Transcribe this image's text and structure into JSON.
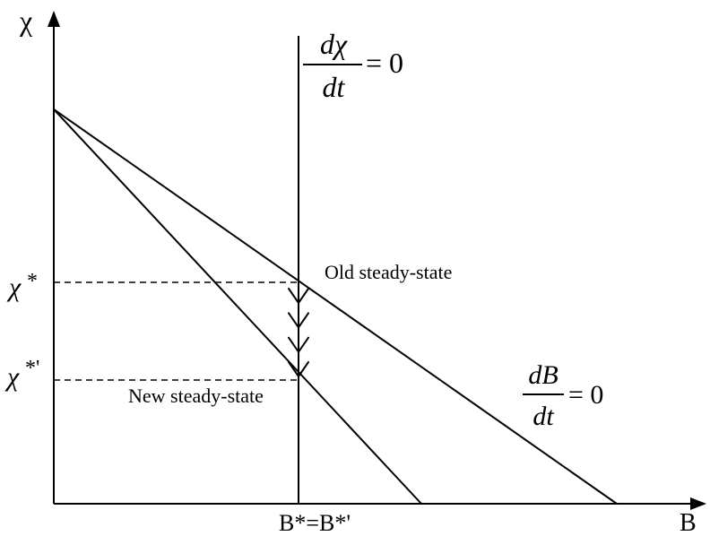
{
  "diagram": {
    "axes": {
      "y_label": "χ",
      "x_label": "B",
      "x_tick": "B*=B*'"
    },
    "y_ticks": {
      "old": {
        "base": "χ",
        "mark": "*"
      },
      "new": {
        "base": "χ",
        "mark": "*'"
      }
    },
    "labels": {
      "old_steady_state": "Old steady-state",
      "new_steady_state": "New steady-state"
    },
    "vertical_locus": {
      "numerator": "dχ",
      "denominator": "dt",
      "equals": "= 0"
    },
    "downward_locus": {
      "numerator": "dB",
      "denominator": "dt",
      "equals": "= 0"
    },
    "transition_arrow_count": 4
  }
}
